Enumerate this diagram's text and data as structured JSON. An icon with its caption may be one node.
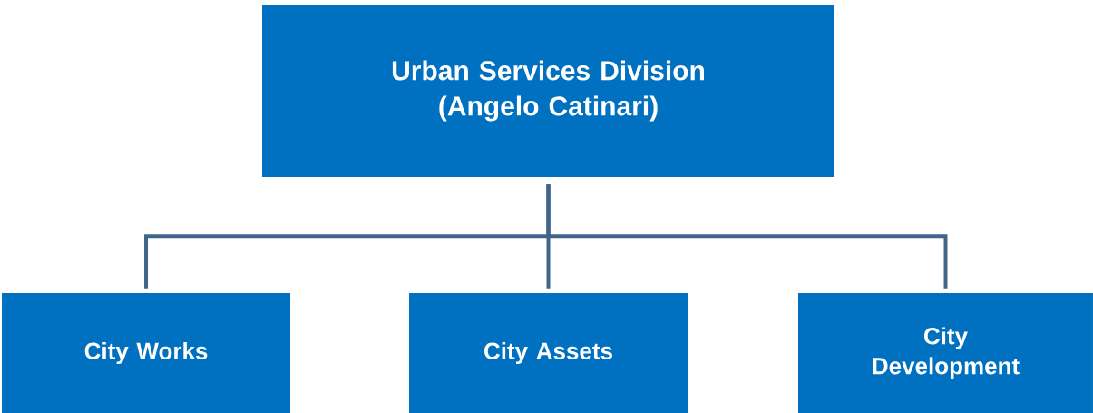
{
  "diagram": {
    "nodes": [
      {
        "text": [
          "Urban Services Division (Angelo Catinari)"
        ]
      },
      {
        "text": [
          "City Works"
        ]
      },
      {
        "text": [
          "City Assets"
        ]
      },
      {
        "text": [
          "City Development"
        ]
      }
    ],
    "edges": [
      {
        "from": 0,
        "to": 1,
        "arrow": "none"
      },
      {
        "from": 0,
        "to": 2,
        "arrow": "none"
      },
      {
        "from": 0,
        "to": 3,
        "arrow": "none"
      }
    ]
  }
}
